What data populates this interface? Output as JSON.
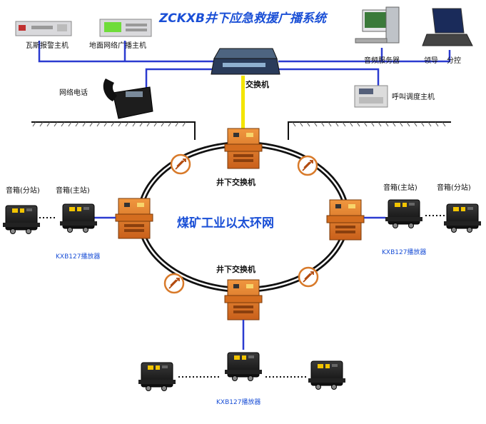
{
  "title": "ZCKXB井下应急救援广播系统",
  "labels": {
    "gas_alarm_host": "瓦斯报警主机",
    "ground_network_host": "地面网络广播主机",
    "audio_server": "音频服务器",
    "leader": "领导",
    "branch_control": "分控",
    "network_phone": "网络电话",
    "switch": "交换机",
    "dispatch_host": "呼叫调度主机",
    "underground_switch_top": "井下交换机",
    "underground_switch_bottom": "井下交换机",
    "ring_network": "煤矿工业以太环网",
    "speaker_sub_left": "音箱(分站)",
    "speaker_main_left": "音箱(主站)",
    "speaker_main_right": "音箱(主站)",
    "speaker_sub_right": "音箱(分站)",
    "player_left": "KXB127播放器",
    "player_right": "KXB127播放器",
    "player_bottom": "KXB127播放器"
  },
  "colors": {
    "title": "#1a4fd6",
    "link": "#2b3bd0",
    "fiber": "#f3e500",
    "ring": "#111111",
    "switch_body": "#e07a24",
    "device_dark": "#1b1b1b"
  }
}
